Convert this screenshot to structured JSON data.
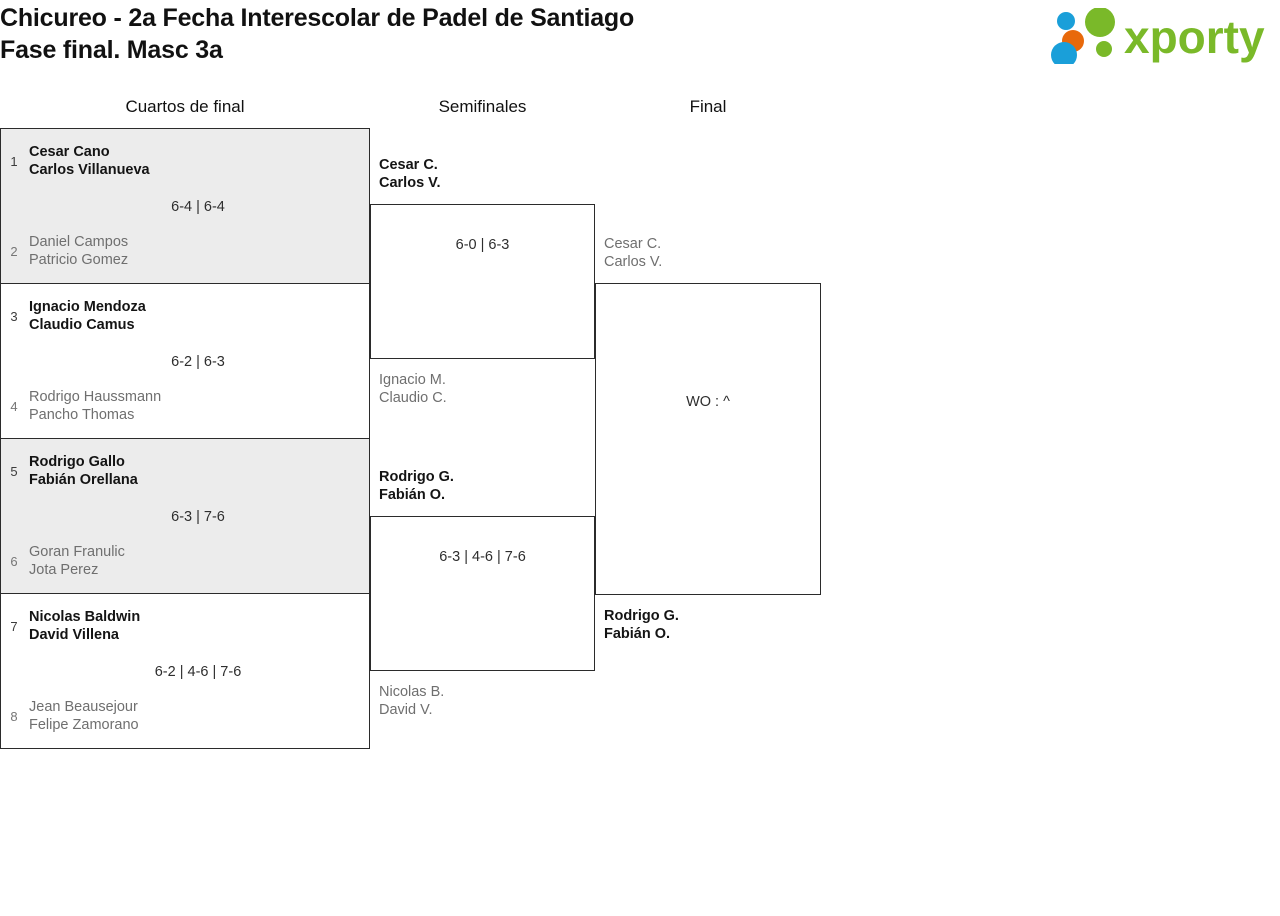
{
  "header": {
    "title": "Chicureo - 2a Fecha Interescolar de Padel de Santiago\nFase final. Masc 3a",
    "logo_text": "xporty",
    "logo_colors": {
      "green": "#7ab929",
      "orange": "#e8690b",
      "blue": "#1a9fd9"
    }
  },
  "rounds": [
    {
      "label": "Cuartos de final"
    },
    {
      "label": "Semifinales"
    },
    {
      "label": "Final"
    }
  ],
  "bracket": {
    "quarterfinals": [
      {
        "shaded": true,
        "top": {
          "seed": "1",
          "p1": "Cesar Cano",
          "p2": "Carlos Villanueva",
          "result": "winner"
        },
        "bottom": {
          "seed": "2",
          "p1": "Daniel Campos",
          "p2": "Patricio Gomez",
          "result": "loser"
        },
        "score": "6-4 | 6-4"
      },
      {
        "shaded": false,
        "top": {
          "seed": "3",
          "p1": "Ignacio Mendoza",
          "p2": "Claudio Camus",
          "result": "winner"
        },
        "bottom": {
          "seed": "4",
          "p1": "Rodrigo Haussmann",
          "p2": "Pancho Thomas",
          "result": "loser"
        },
        "score": "6-2 | 6-3"
      },
      {
        "shaded": true,
        "top": {
          "seed": "5",
          "p1": "Rodrigo Gallo",
          "p2": "Fabián Orellana",
          "result": "winner"
        },
        "bottom": {
          "seed": "6",
          "p1": "Goran Franulic",
          "p2": "Jota Perez",
          "result": "loser"
        },
        "score": "6-3 | 7-6"
      },
      {
        "shaded": false,
        "top": {
          "seed": "7",
          "p1": "Nicolas Baldwin",
          "p2": "David Villena",
          "result": "winner"
        },
        "bottom": {
          "seed": "8",
          "p1": "Jean Beausejour",
          "p2": "Felipe Zamorano",
          "result": "loser"
        },
        "score": "6-2 | 4-6 | 7-6"
      }
    ],
    "semifinals": [
      {
        "top": {
          "seed": "",
          "p1": "Cesar C.",
          "p2": "Carlos V.",
          "result": "winner"
        },
        "bottom": {
          "seed": "",
          "p1": "Ignacio M.",
          "p2": "Claudio C.",
          "result": "loser"
        },
        "score": "6-0 | 6-3"
      },
      {
        "top": {
          "seed": "",
          "p1": "Rodrigo G.",
          "p2": "Fabián O.",
          "result": "winner"
        },
        "bottom": {
          "seed": "",
          "p1": "Nicolas B.",
          "p2": "David V.",
          "result": "loser"
        },
        "score": "6-3 | 4-6 | 7-6"
      }
    ],
    "final": [
      {
        "top": {
          "seed": "",
          "p1": "Cesar C.",
          "p2": "Carlos V.",
          "result": "loser"
        },
        "bottom": {
          "seed": "",
          "p1": "Rodrigo G.",
          "p2": "Fabián O.",
          "result": "winner"
        },
        "score": "WO : ^"
      }
    ]
  }
}
